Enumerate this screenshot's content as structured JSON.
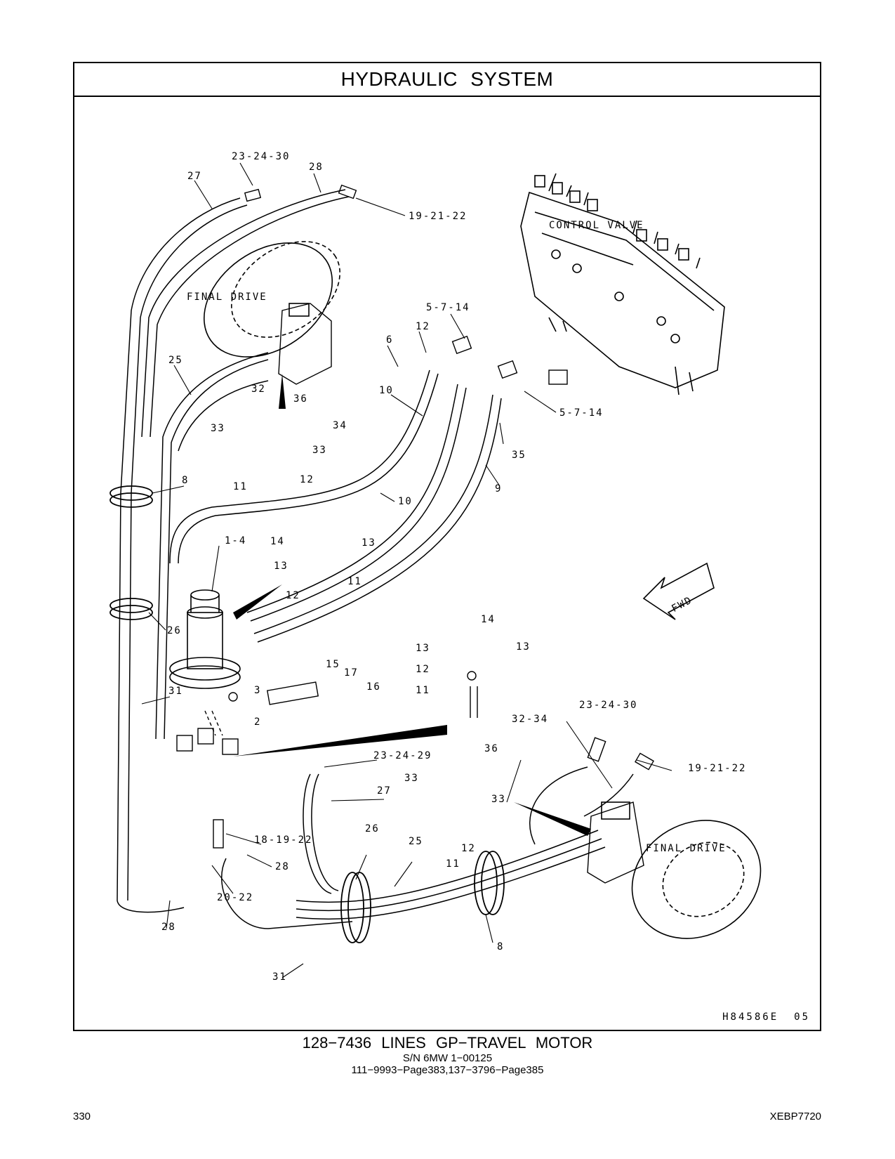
{
  "title": "HYDRAULIC SYSTEM",
  "drawing_code": "H84586E",
  "drawing_rev": "05",
  "caption": {
    "main": "128−7436 LINES GP−TRAVEL MOTOR",
    "serial": "S/N 6MW 1−00125",
    "refs": "111−9993−Page383,137−3796−Page385"
  },
  "footer": {
    "page": "330",
    "doc_id": "XEBP7720"
  },
  "diagram": {
    "components": {
      "control_valve": "CONTROL VALVE",
      "final_drive_top": "FINAL DRIVE",
      "final_drive_bottom": "FINAL DRIVE",
      "fwd_arrow": "FWD"
    },
    "callouts": [
      "23-24-30",
      "28",
      "27",
      "19-21-22",
      "5-7-14",
      "12",
      "6",
      "25",
      "32",
      "36",
      "34",
      "10",
      "5-7-14",
      "33",
      "33",
      "35",
      "11",
      "12",
      "8",
      "10",
      "9",
      "1-4",
      "14",
      "13",
      "13",
      "11",
      "12",
      "26",
      "31",
      "14",
      "13",
      "13",
      "12",
      "11",
      "3",
      "15",
      "17",
      "16",
      "2",
      "23-24-30",
      "32-34",
      "23-24-29",
      "36",
      "27",
      "33",
      "33",
      "19-21-22",
      "18-19-22",
      "26",
      "25",
      "12",
      "11",
      "28",
      "20-22",
      "28",
      "31",
      "8"
    ]
  }
}
